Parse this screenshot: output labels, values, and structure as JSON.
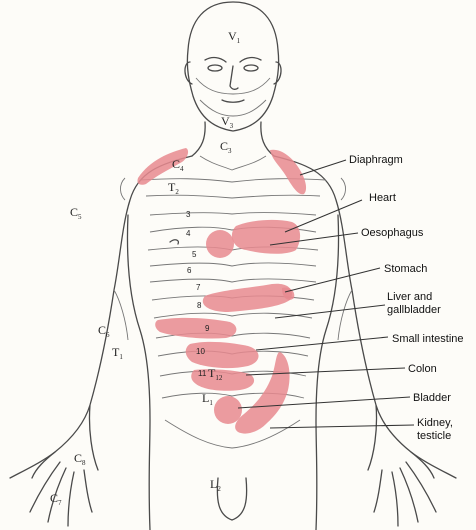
{
  "organs": [
    {
      "label": "Diaphragm"
    },
    {
      "label": "Heart"
    },
    {
      "label": "Oesophagus"
    },
    {
      "label": "Stomach"
    },
    {
      "label": "Liver and",
      "label2": "gallbladder"
    },
    {
      "label": "Small intestine"
    },
    {
      "label": "Colon"
    },
    {
      "label": "Bladder"
    },
    {
      "label": "Kidney,",
      "label2": "testicle"
    }
  ],
  "dermatomes": [
    {
      "letter": "V",
      "sub": "1"
    },
    {
      "letter": "V",
      "sub": "3"
    },
    {
      "letter": "C",
      "sub": "3"
    },
    {
      "letter": "C",
      "sub": "4"
    },
    {
      "letter": "T",
      "sub": "2"
    },
    {
      "letter": "C",
      "sub": "5"
    },
    {
      "letter": "C",
      "sub": "6"
    },
    {
      "letter": "T",
      "sub": "1"
    },
    {
      "letter": "T",
      "sub": "12"
    },
    {
      "letter": "L",
      "sub": "1"
    },
    {
      "letter": "L",
      "sub": "2"
    },
    {
      "letter": "C",
      "sub": "8"
    },
    {
      "letter": "C",
      "sub": "7"
    }
  ],
  "segments": [
    "3",
    "4",
    "5",
    "6",
    "7",
    "8",
    "9",
    "10",
    "11"
  ],
  "colors": {
    "pain_area": "#e8898f",
    "outline": "#4a4a4a"
  }
}
